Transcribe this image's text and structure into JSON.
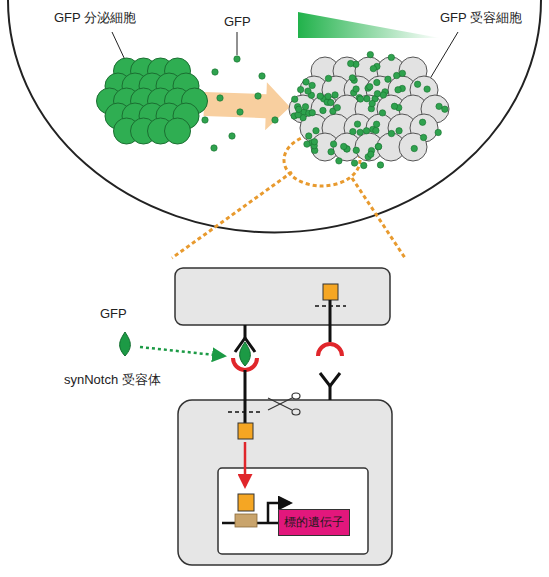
{
  "diagram": {
    "nodes": [
      {
        "text": [
          "GFP 分泌細胞"
        ]
      },
      {
        "text": [
          "GFP 受容細胞"
        ]
      },
      {
        "text": [
          "標的遺伝子"
        ]
      }
    ],
    "edges": [
      {
        "from": 0,
        "to": 1,
        "arrow": "to"
      }
    ],
    "labels": [
      "GFP",
      "GFP",
      "synNotch 受容体"
    ]
  }
}
